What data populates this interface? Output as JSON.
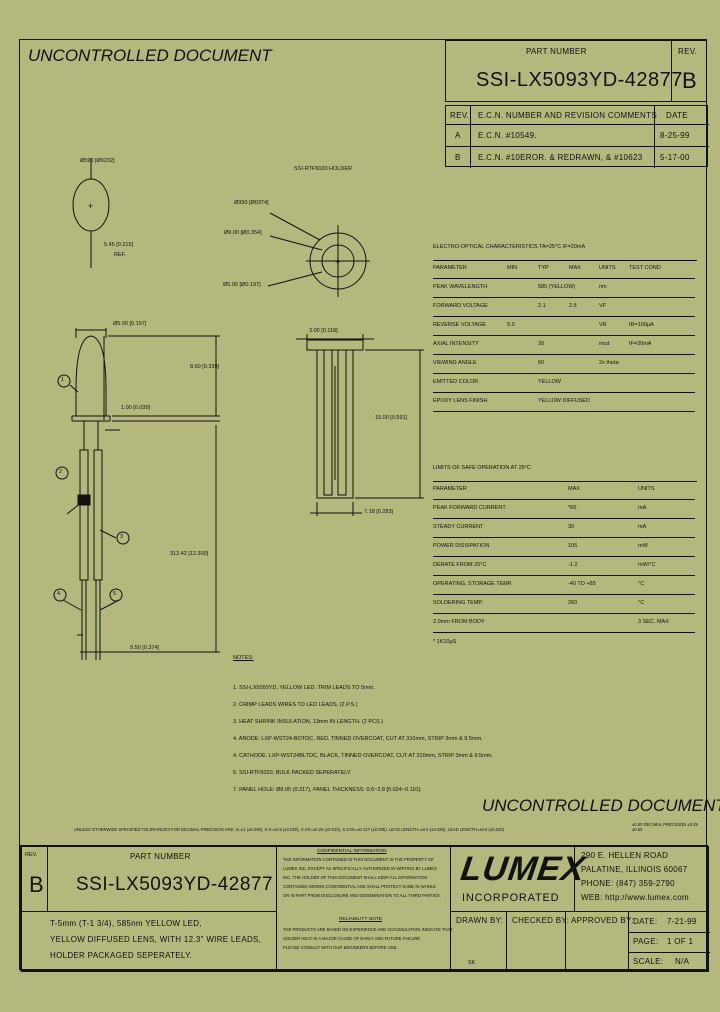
{
  "header": {
    "uncontrolled": "UNCONTROLLED DOCUMENT",
    "part_number_label": "PART NUMBER",
    "part_number": "SSI-LX5093YD-42877",
    "rev_label": "REV.",
    "rev": "B"
  },
  "revisions": {
    "headers": [
      "REV.",
      "E.C.N. NUMBER AND REVISION COMMENTS",
      "DATE"
    ],
    "rows": [
      [
        "A",
        "E.C.N. #10549.",
        "8-25-99"
      ],
      [
        "B",
        "E.C.N. #10EROR. & REDRAWN, & #10623",
        "5-17-00"
      ]
    ]
  },
  "drawing": {
    "d_590": "Ø590 [Ø0232]",
    "d_545": "5.45 [0.215]",
    "ref": "REF.",
    "holder": "SSI-RTF5020 HOLDER",
    "d_950": "Ø950 [Ø0374]",
    "d_900": "Ø9.00 [Ø0.354]",
    "d_500a": "Ø5.00 [Ø0.197]",
    "d_500b": "Ø5.00 [0.197]",
    "d_300": "3.00 [0.118]",
    "d_100": "1.00 [0.039]",
    "d_860": "8.60 [0.339]",
    "d_1500": "15.00 [0.591]",
    "d_718": "7.18 [0.283]",
    "d_31242": "312.42 [12.300]",
    "d_950b": "9.50 [0.374]",
    "callouts": [
      "1",
      "2",
      "3",
      "4",
      "5"
    ]
  },
  "eo_table": {
    "title": "ELECTRO-OPTICAL CHARACTERISTICS TA=25°C   IF=20mA",
    "headers": [
      "PARAMETER",
      "MIN",
      "TYP",
      "MAX",
      "UNITS",
      "TEST COND"
    ],
    "rows": [
      [
        "PEAK WAVELENGTH",
        "",
        "585 (YELLOW)",
        "",
        "nm",
        ""
      ],
      [
        "FORWARD VOLTAGE",
        "",
        "2.1",
        "2.5",
        "VF",
        ""
      ],
      [
        "REVERSE VOLTAGE",
        "5.0",
        "",
        "",
        "VR",
        "IR=100µA"
      ],
      [
        "AXIAL INTENSITY",
        "",
        "30",
        "",
        "mcd",
        "IF=20mA"
      ],
      [
        "VIEWING ANGLE",
        "",
        "60",
        "",
        "2x theta",
        ""
      ],
      [
        "EMITTED COLOR",
        "",
        "YELLOW",
        "",
        "",
        ""
      ],
      [
        "EPOXY LENS FINISH",
        "",
        "YELLOW DIFFUSED",
        "",
        "",
        ""
      ]
    ]
  },
  "safe_table": {
    "title": "LIMITS OF SAFE OPERATION AT 25°C",
    "headers": [
      "PARAMETER",
      "MAX",
      "UNITS"
    ],
    "rows": [
      [
        "PEAK FORWARD CURRENT",
        "*60",
        "mA"
      ],
      [
        "STEADY CURRENT",
        "30",
        "mA"
      ],
      [
        "POWER DISSIPATION",
        "105",
        "mW"
      ],
      [
        "DERATE FROM 25°C",
        "-1.2",
        "mW/°C"
      ],
      [
        "OPERATING, STORAGE TEMP.",
        "-40 TO +85",
        "°C"
      ],
      [
        "SOLDERING TEMP.",
        "260",
        "°C"
      ],
      [
        "2.0mm FROM BODY",
        "",
        "3 SEC. MAX"
      ]
    ],
    "footnote": "* 1K10µS"
  },
  "notes": {
    "title": "NOTES:",
    "items": [
      "1. SSI-LX5093YD, YELLOW LED.  TRIM LEADS TO 5mm.",
      "2. CRIMP LEADS WIRES TO LED LEADS, (2 P.S.)",
      "3. HEAT SHRINK INSULATION, 13mm IN LENGTH. (2 PCS.)",
      "4. ANODE: LXP-WST24-BOTOC, RED, TINNED OVERCOAT, CUT AT 310mm, STRIP 3mm & 9.5mm.",
      "4. CATHODE: LXP-WST24BLTOC, BLACK, TINNED OVERCOAT, CUT AT 310mm, STRIP 3mm & 9.5mm.",
      "5. SSI-RTF5020, BULK PACKED SEPERATELY.",
      "7. PANEL HOLE: Ø8.05 (0.317), PANEL THICKNESS: 0.6~2.8 [0.024~0.110]."
    ]
  },
  "tolerance_note": "UNLESS OTHERWISE SPECIFIED TOLERANCES FOR DECIMAL PRECISION ARE: X=±1 (±0.039), X.X=±0.5 (±0.020), X.XX=±0.25 (±0.010), X.XXX=±0.127 (±0.005). LEAD LENGTH=±0.5 (±0.020), LEAD LENGTH=±0.5 (±0.020)",
  "tolerance_right": "±0.50  DECIMAL PRECISION  ±0.25  ±0.50",
  "title_block": {
    "rev_label": "REV.",
    "rev": "B",
    "part_number_label": "PART NUMBER",
    "part_number": "SSI-LX5093YD-42877",
    "description": [
      "T-5mm (T-1 3/4), 585nm YELLOW LED,",
      "YELLOW DIFFUSED LENS, WITH 12.3\" WIRE LEADS,",
      "HOLDER PACKAGED SEPERATELY."
    ],
    "confidential_title": "CONFIDENTIAL INFORMATION",
    "confidential_text": [
      "THE INFORMATION CONTAINED IN THIS DOCUMENT IS THE PROPERTY OF",
      "LUMEX INC. EXCEPT AS SPECIFICALLY AUTHORIZED IN WRITING BY LUMEX",
      "INC. THE HOLDER OF THIS DOCUMENT SHALL KEEP ALL INFORMATION",
      "CONTAINED HEREIN CONFIDENTIAL AND SHALL PROTECT SAME IN WHOLE",
      "OR IN PART FROM DISCLOSURE AND DISSEMINATION TO ALL THIRD PARTIES."
    ],
    "reliability_title": "RELIABILITY NOTE",
    "reliability_text": [
      "THE PRODUCTS ARE BASED ON EXPERIENCE AND ACCUMULATION INDICATE THAT",
      "SOLDER HEAT IS A MAJOR CAUSE OF EARLY AND FUTURE FAILURE",
      "PLEASE CONSULT WITH OUR ENGINEERS BEFORE USE."
    ],
    "logo": "LUMEX",
    "logo_sub": "INCORPORATED",
    "address": [
      "290 E. HELLEN ROAD",
      "PALATINE, ILLINOIS  60067",
      "PHONE: (847) 359-2790",
      "WEB: http://www.lumex.com"
    ],
    "drawn_by_label": "DRAWN BY:",
    "drawn_by": "SK",
    "checked_by_label": "CHECKED BY:",
    "approved_by_label": "APPROVED BY:",
    "date_label": "DATE:",
    "date": "7-21-99",
    "page_label": "PAGE:",
    "page": "1 OF 1",
    "scale_label": "SCALE:",
    "scale": "N/A"
  }
}
